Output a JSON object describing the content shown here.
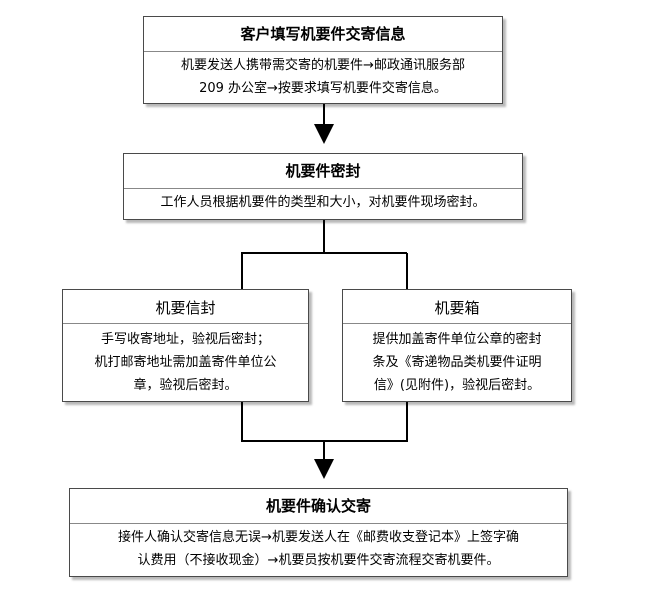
{
  "steps": {
    "fill_info": {
      "title": "客户填写机要件交寄信息",
      "lines": [
        "机要发送人携带需交寄的机要件→邮政通讯服务部",
        "209 办公室→按要求填写机要件交寄信息。"
      ]
    },
    "seal": {
      "title": "机要件密封",
      "lines": [
        "工作人员根据机要件的类型和大小，对机要件现场密封。"
      ]
    },
    "envelope": {
      "title": "机要信封",
      "lines": [
        "手写收寄地址，验视后密封；",
        "机打邮寄地址需加盖寄件单位公",
        "章，验视后密封。"
      ]
    },
    "box": {
      "title": "机要箱",
      "lines": [
        "提供加盖寄件单位公章的密封",
        "条及《寄递物品类机要件证明",
        "信》(见附件)，验视后密封。"
      ]
    },
    "confirm": {
      "title": "机要件确认交寄",
      "lines": [
        "接件人确认交寄信息无误→机要发送人在《邮费收支登记本》上签字确",
        "认费用（不接收现金）→机要员按机要件交寄流程交寄机要件。"
      ]
    }
  },
  "colors": {
    "border": "#4a4a4a",
    "connector": "#000000"
  }
}
